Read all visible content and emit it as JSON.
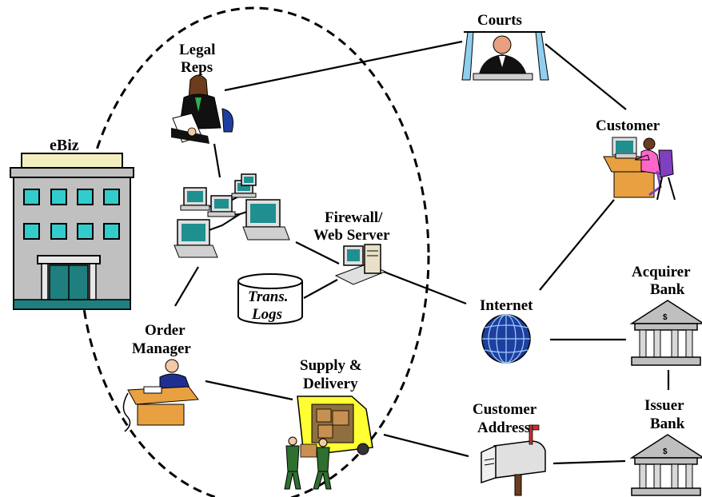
{
  "labels": {
    "ebiz": "eBiz",
    "legal_reps_1": "Legal",
    "legal_reps_2": "Reps",
    "courts": "Courts",
    "customer": "Customer",
    "firewall_1": "Firewall/",
    "firewall_2": "Web Server",
    "trans_logs_1": "Trans.",
    "trans_logs_2": "Logs",
    "internet": "Internet",
    "acquirer_bank_1": "Acquirer",
    "acquirer_bank_2": "Bank",
    "order_manager_1": "Order",
    "order_manager_2": "Manager",
    "supply_delivery_1": "Supply &",
    "supply_delivery_2": "Delivery",
    "customer_address_1": "Customer",
    "customer_address_2": "Address",
    "issuer_bank_1": "Issuer",
    "issuer_bank_2": "Bank"
  },
  "icons": {
    "building": "office-building-icon",
    "lawyer": "lawyer-icon",
    "judge": "judge-icon",
    "customer": "customer-at-computer-icon",
    "network": "computer-network-icon",
    "server": "web-server-icon",
    "database": "database-cylinder-icon",
    "globe": "globe-icon",
    "bank": "bank-icon",
    "manager": "manager-at-desk-icon",
    "truck": "delivery-truck-icon",
    "mailbox": "mailbox-icon"
  },
  "colors": {
    "building_body": "#c0c0c0",
    "building_window": "#33cccc",
    "building_door": "#1f7f7f",
    "building_roof": "#f2eec0",
    "monitor_screen": "#1f8f8f",
    "globe_blue": "#1f3f9f",
    "truck_yellow": "#ffff33",
    "bank_gray": "#bfbfbf",
    "customer_pink": "#ff66cc",
    "desk_orange": "#e8a040"
  }
}
